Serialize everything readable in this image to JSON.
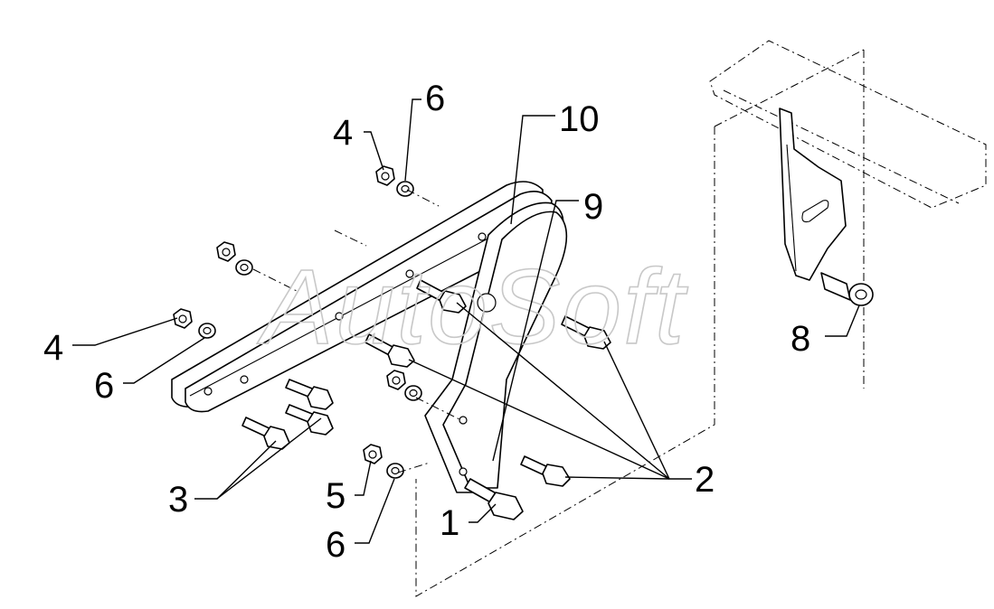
{
  "watermark": "AutoSoft",
  "callouts": {
    "c1": "1",
    "c2": "2",
    "c3": "3",
    "c4_top": "4",
    "c4_left": "4",
    "c5": "5",
    "c6_top": "6",
    "c6_left": "6",
    "c6_bottom": "6",
    "c8": "8",
    "c9": "9",
    "c10": "10"
  },
  "colors": {
    "line": "#000000",
    "background": "#ffffff",
    "watermark": "#c8c8c8"
  }
}
